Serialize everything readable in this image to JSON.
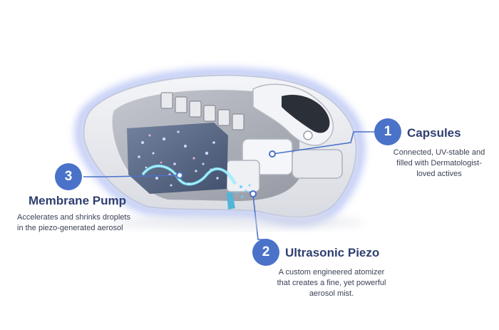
{
  "colors": {
    "accent": "#4a72c9",
    "title": "#2f3f70",
    "body": "#3c4257",
    "glow": "#9eaff0"
  },
  "callouts": [
    {
      "number": "1",
      "title": "Capsules",
      "description": [
        "Connected, UV-stable and",
        "filled with Dermatologist-",
        "loved actives"
      ]
    },
    {
      "number": "2",
      "title": "Ultrasonic Piezo",
      "description": [
        "A custom engineered atomizer",
        "that creates a fine, yet powerful",
        "aerosol mist."
      ]
    },
    {
      "number": "3",
      "title": "Membrane Pump",
      "description": [
        "Accelerates and shrinks droplets",
        "in the piezo-generated aerosol"
      ]
    }
  ]
}
